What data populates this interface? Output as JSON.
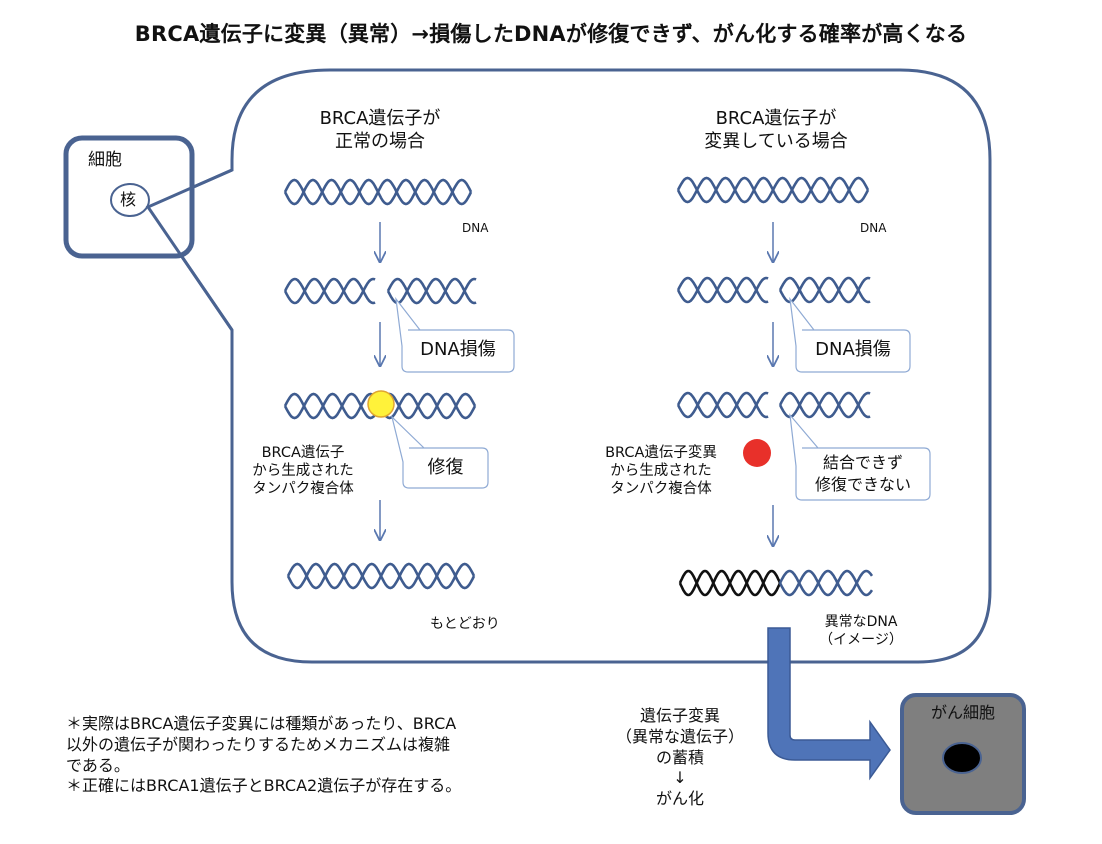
{
  "title": "BRCA遺伝子に変異（異常）→損傷したDNAが修復できず、がん化する確率が高くなる",
  "cell": {
    "label": "細胞",
    "nucleus_label": "核"
  },
  "normal": {
    "header_line1": "BRCA遺伝子が",
    "header_line2": "正常の場合",
    "dna_label": "DNA",
    "damage_label": "DNA損傷",
    "protein_line1": "BRCA遺伝子",
    "protein_line2": "から生成された",
    "protein_line3": "タンパク複合体",
    "repair_label": "修復",
    "result_label": "もとどおり"
  },
  "mutant": {
    "header_line1": "BRCA遺伝子が",
    "header_line2": "変異している場合",
    "dna_label": "DNA",
    "damage_label": "DNA損傷",
    "protein_line1": "BRCA遺伝子変異",
    "protein_line2": "から生成された",
    "protein_line3": "タンパク複合体",
    "fail_line1": "結合できず",
    "fail_line2": "修復できない",
    "result_line1": "異常なDNA",
    "result_line2": "（イメージ）"
  },
  "accumulation": {
    "line1": "遺伝子変異",
    "line2": "（異常な遺伝子）",
    "line3": "の蓄積",
    "arrow": "↓",
    "line4": "がん化"
  },
  "cancer_cell": {
    "label": "がん細胞"
  },
  "notes": {
    "line1": "＊実際はBRCA遺伝子変異には種類があったり、BRCA",
    "line2": "以外の遺伝子が関わったりするためメカニズムは複雑",
    "line3": "である。",
    "line4": "＊正確にはBRCA1遺伝子とBRCA2遺伝子が存在する。"
  },
  "colors": {
    "outline": "#4a6391",
    "helix": "#3f5c8f",
    "protein_normal": "#fff23a",
    "protein_mutant": "#e8302a",
    "cancer_fill": "#7f7f7f",
    "big_arrow": "#4f74b8"
  }
}
